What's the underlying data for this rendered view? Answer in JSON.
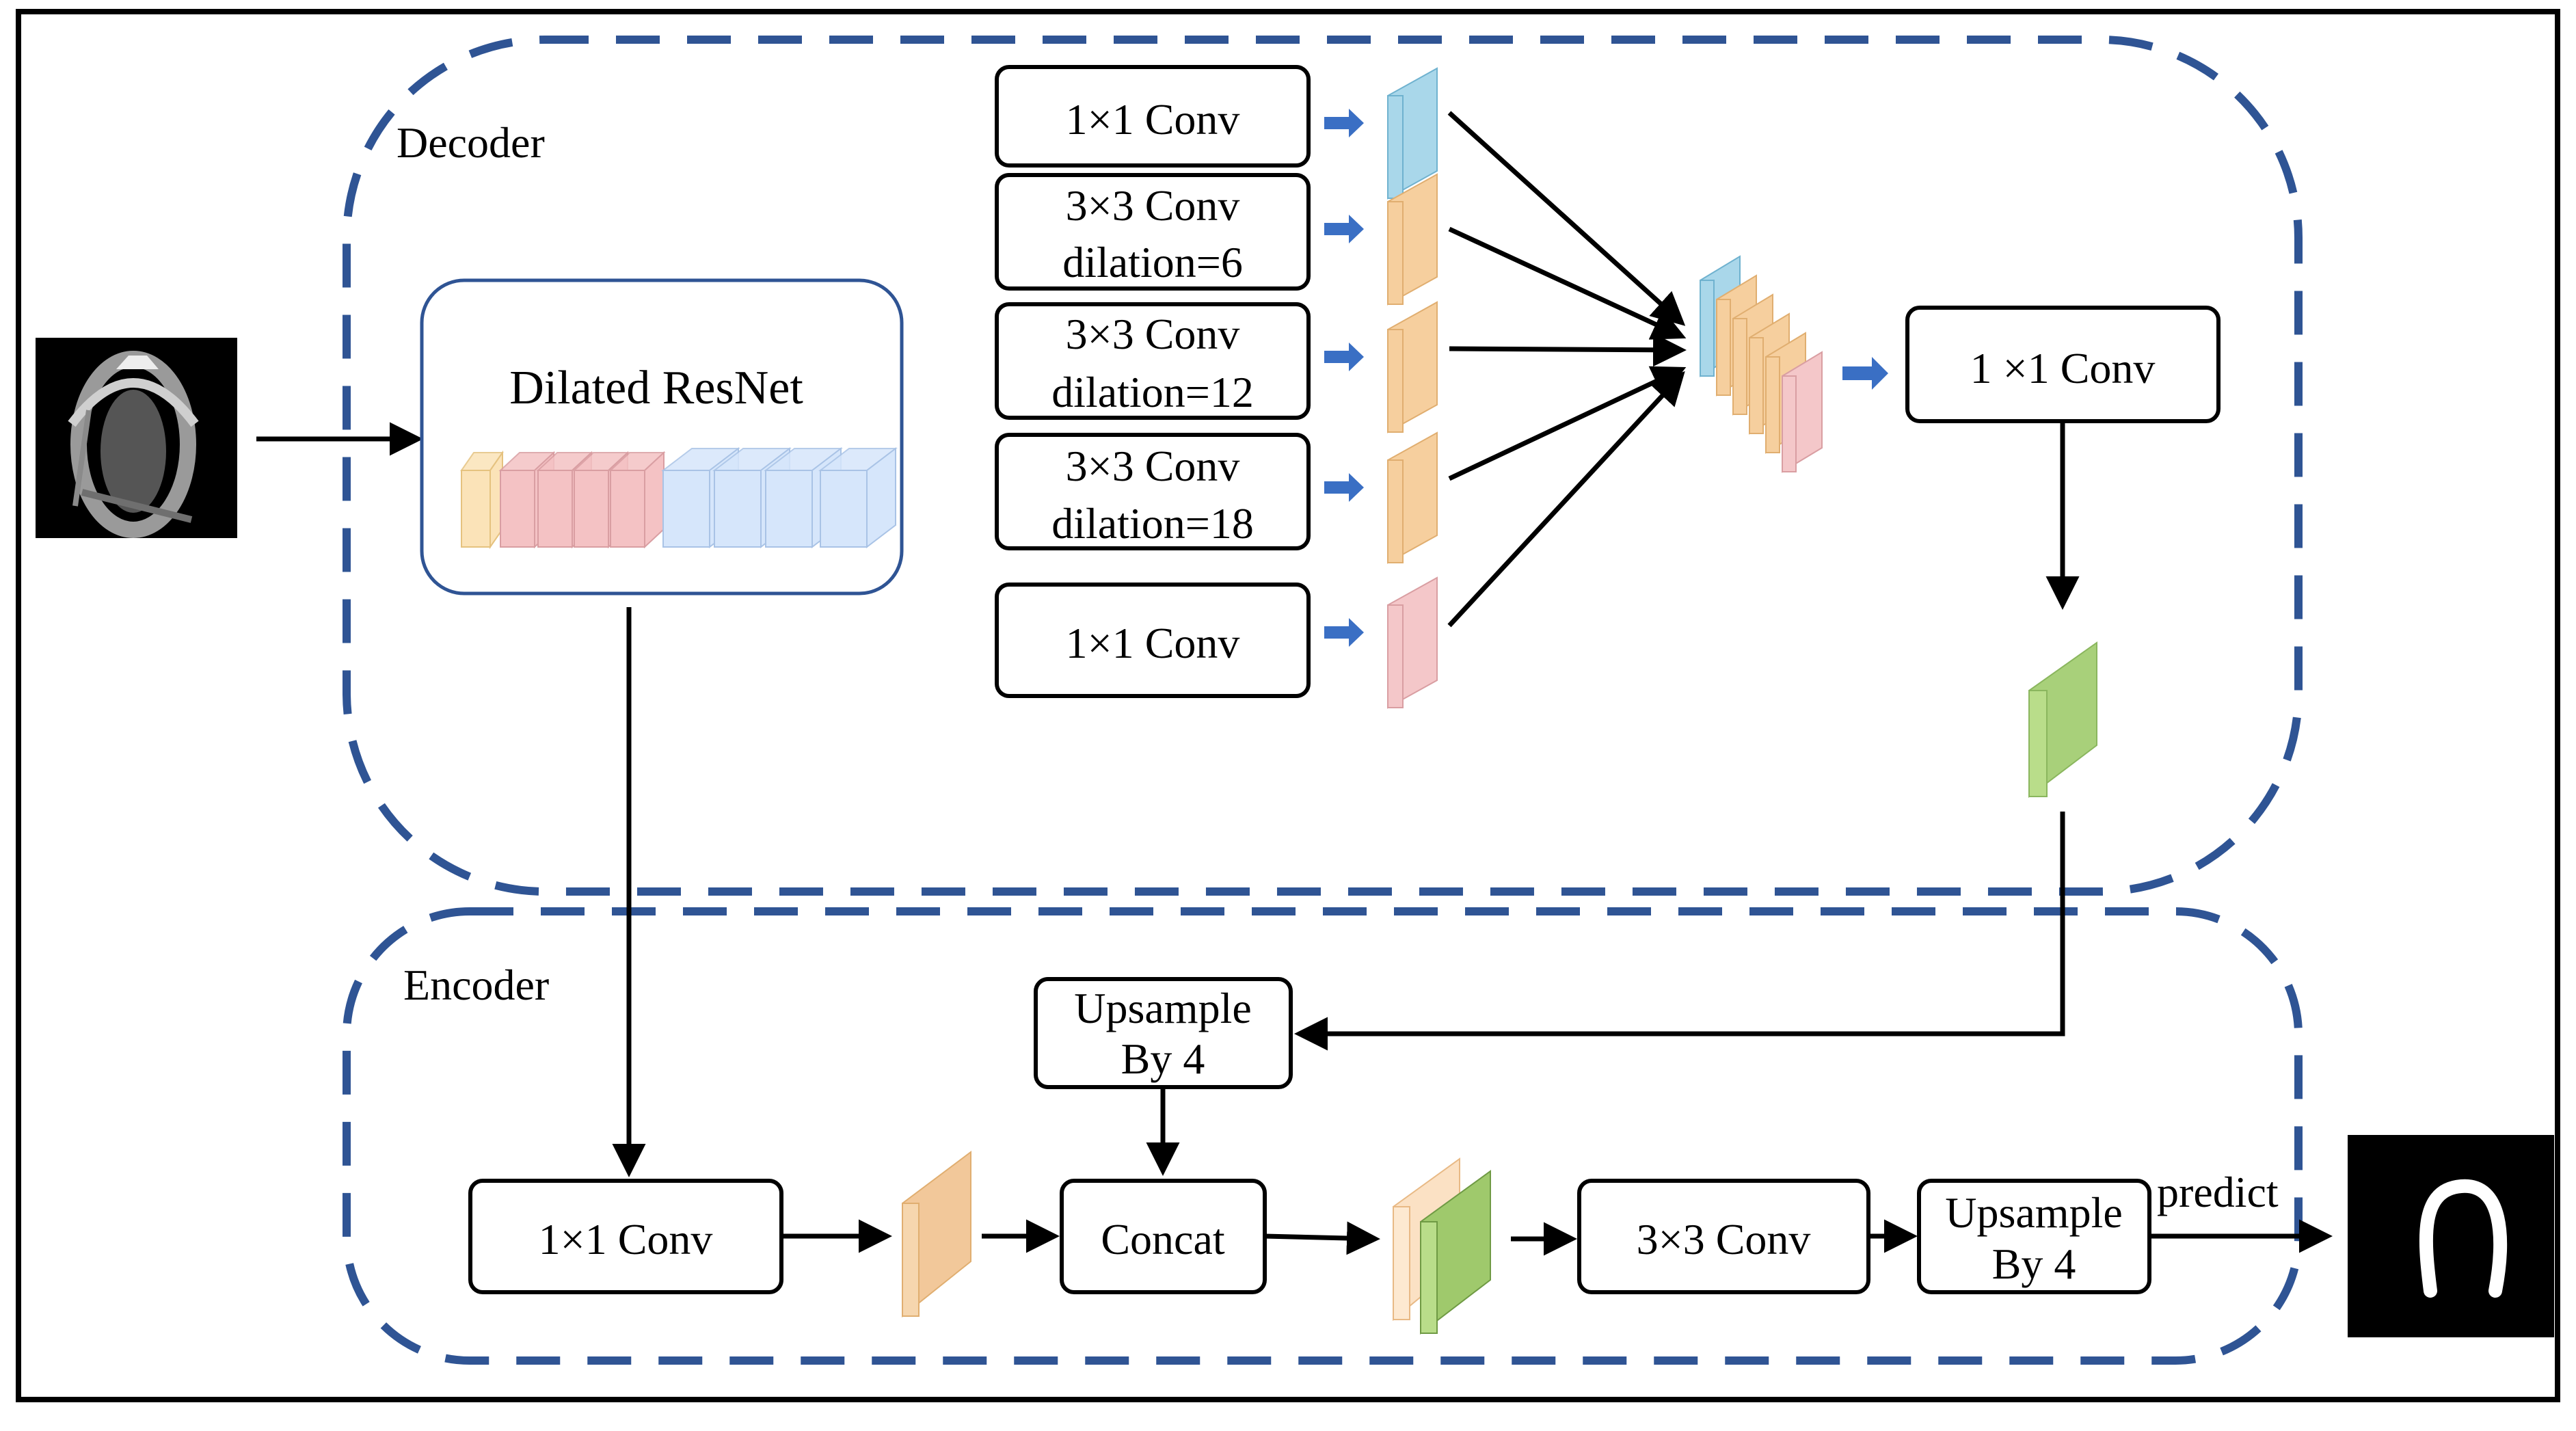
{
  "sections": {
    "decoder_label": "Decoder",
    "encoder_label": "Encoder"
  },
  "backbone": {
    "title": "Dilated ResNet"
  },
  "aspp": {
    "branch1": [
      "1×1 Conv"
    ],
    "branch2": [
      "3×3 Conv",
      "dilation=6"
    ],
    "branch3": [
      "3×3 Conv",
      "dilation=12"
    ],
    "branch4": [
      "3×3 Conv",
      "dilation=18"
    ],
    "branch5": [
      "1×1 Conv"
    ],
    "fuse_conv": "1 ×1 Conv"
  },
  "encoder_path": {
    "conv1": "1×1 Conv",
    "upsample1": [
      "Upsample",
      "By 4"
    ],
    "concat": "Concat",
    "conv3": "3×3 Conv",
    "upsample2": [
      "Upsample",
      "By 4"
    ],
    "predict": "predict"
  },
  "colors": {
    "dashed_border": "#2f5494",
    "blue_arrow": "#3a6fc4",
    "feature_blue": "#a9d7ea",
    "feature_orange": "#f6cf9e",
    "feature_pink": "#f4c7c9",
    "feature_green": "#b9dd8a",
    "backbone_blue": "#d6e6fb",
    "backbone_pink": "#f4c2c4",
    "backbone_yellow": "#fbe3b8"
  },
  "icons": {
    "input_image": "ultrasound-scan-icon",
    "output_image": "segmentation-mask-icon"
  }
}
